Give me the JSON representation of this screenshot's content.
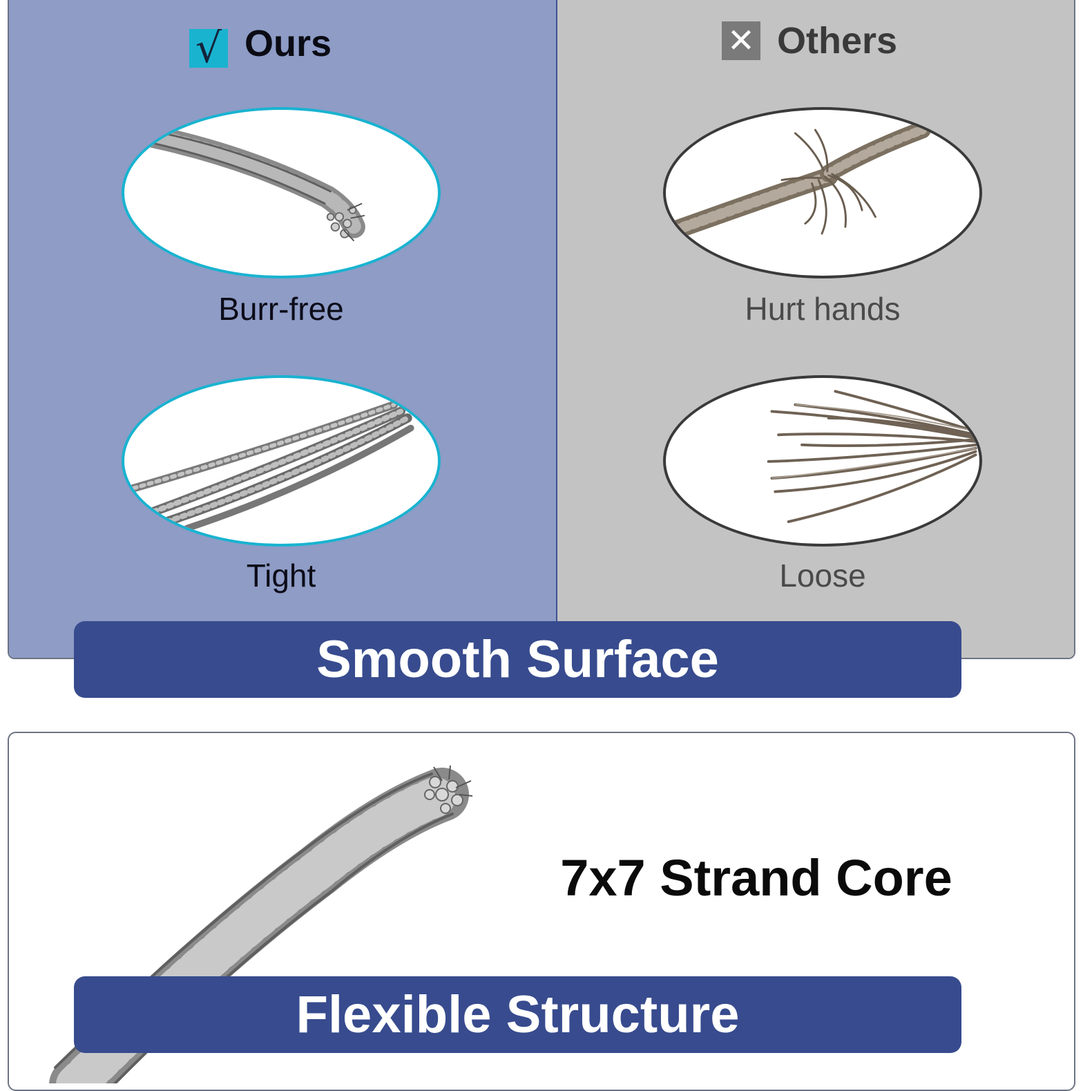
{
  "comparison": {
    "ours": {
      "title": "Ours",
      "mark_glyph": "√",
      "mark_icon": "check-icon",
      "accent_color": "#19b3d0",
      "panel_color": "#8e9cc6",
      "items": [
        {
          "caption": "Burr-free",
          "image": "neat-cable-end"
        },
        {
          "caption": "Tight",
          "image": "tight-cable-strands"
        }
      ]
    },
    "others": {
      "title": "Others",
      "mark_glyph": "✕",
      "mark_icon": "cross-icon",
      "panel_color": "#c3c3c3",
      "items": [
        {
          "caption": "Hurt hands",
          "image": "frayed-cable-end"
        },
        {
          "caption": "Loose",
          "image": "loose-cable-strands"
        }
      ]
    }
  },
  "banners": {
    "smooth": "Smooth Surface",
    "flexible": "Flexible Structure",
    "color": "#374b8e"
  },
  "structure": {
    "title": "7x7 Strand Core",
    "image": "wire-rope-closeup"
  }
}
